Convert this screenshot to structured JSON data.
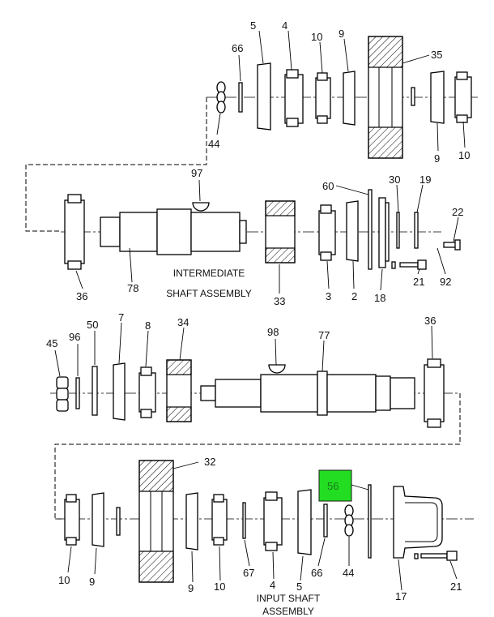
{
  "highlight": {
    "label": "56",
    "color": "#22dd22",
    "text_color": "#1a7a1a"
  },
  "captions": {
    "intermediate_1": "INTERMEDIATE",
    "intermediate_2": "SHAFT ASSEMBLY",
    "input_1": "INPUT SHAFT",
    "input_2": "ASSEMBLY"
  },
  "row1": {
    "p5": "5",
    "p4": "4",
    "p10a": "10",
    "p9a": "9",
    "p66": "66",
    "p35": "35",
    "p44": "44",
    "p9b": "9",
    "p10b": "10"
  },
  "row2": {
    "p97": "97",
    "p60": "60",
    "p30": "30",
    "p19": "19",
    "p22": "22",
    "p36": "36",
    "p78": "78",
    "p33": "33",
    "p3": "3",
    "p2": "2",
    "p18": "18",
    "p21": "21",
    "p92": "92"
  },
  "row3": {
    "p45": "45",
    "p96": "96",
    "p50": "50",
    "p7": "7",
    "p8": "8",
    "p34": "34",
    "p98": "98",
    "p77": "77",
    "p36": "36"
  },
  "row4": {
    "p32": "32",
    "p10a": "10",
    "p9a": "9",
    "p9b": "9",
    "p10b": "10",
    "p67": "67",
    "p4": "4",
    "p5": "5",
    "p66": "66",
    "p44": "44",
    "p17": "17",
    "p21": "21"
  }
}
